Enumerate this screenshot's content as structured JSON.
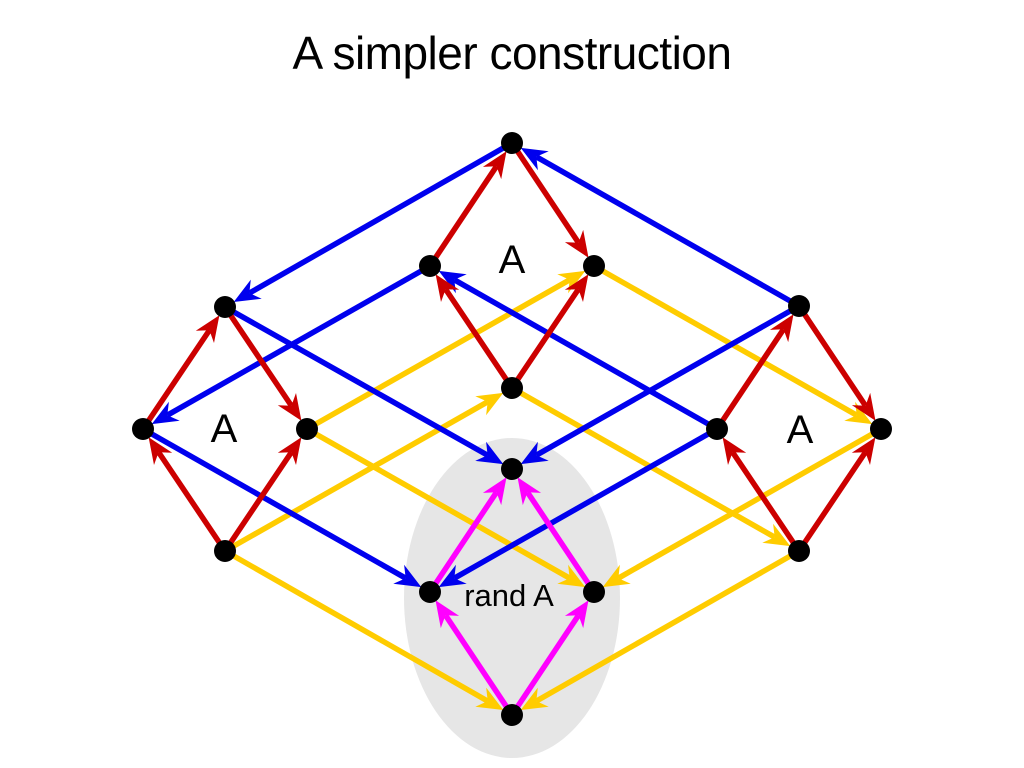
{
  "title": "A simpler construction",
  "labels": {
    "top": "A",
    "left": "A",
    "right": "A",
    "center": "rand A"
  },
  "colors": {
    "background": "#ffffff",
    "red": "#cc0000",
    "blue": "#0000ee",
    "yellow": "#ffcc00",
    "magenta": "#ff00ff",
    "node": "#000000",
    "highlight": "#e6e6e6"
  }
}
